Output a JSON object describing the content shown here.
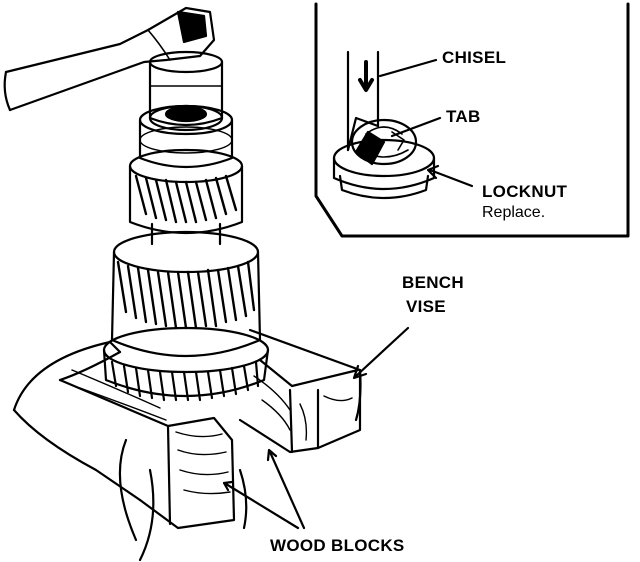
{
  "labels": {
    "chisel": "CHISEL",
    "tab": "TAB",
    "locknut": "LOCKNUT",
    "locknut_note": "Replace.",
    "bench": "BENCH",
    "vise": "VISE",
    "wood_blocks": "WOOD BLOCKS"
  },
  "colors": {
    "ink": "#000000",
    "paper": "#ffffff"
  }
}
